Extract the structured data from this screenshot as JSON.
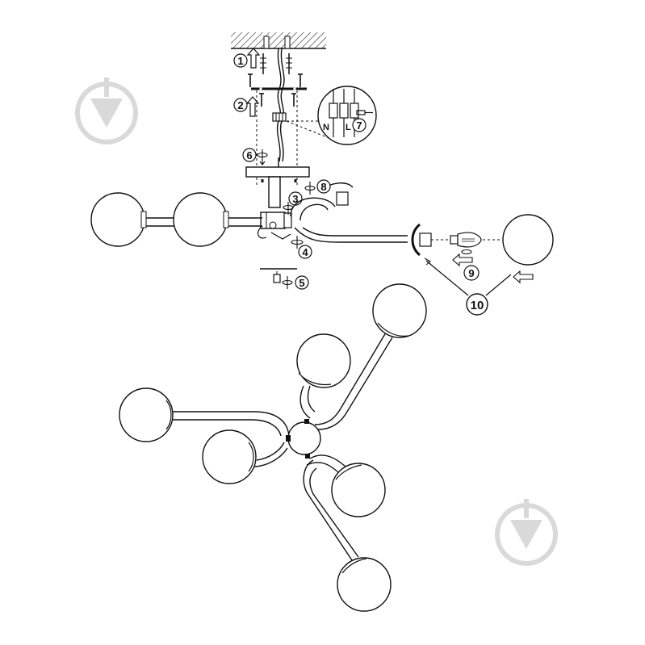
{
  "steps": {
    "s1": "1",
    "s2": "2",
    "s3": "3",
    "s4": "4",
    "s5": "5",
    "s6": "6",
    "s7": "7",
    "s8": "8",
    "s9": "9",
    "s10": "10"
  },
  "terminals": {
    "n": "N",
    "l": "L"
  },
  "icons": {
    "watermark": "location-pin-watermark-icon",
    "bulb": "light-bulb-icon",
    "arrows": "rotation-arrow-icon"
  },
  "colors": {
    "line": "#111111",
    "globe_fill": "#ffffff",
    "watermark": "#d9d9d9"
  }
}
